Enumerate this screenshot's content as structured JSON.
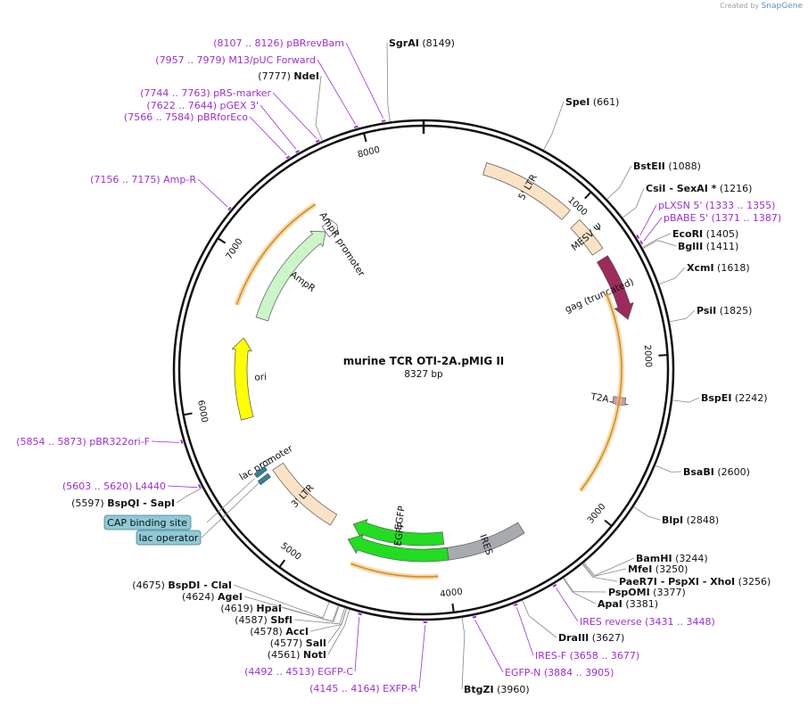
{
  "watermark": {
    "prefix": "Created by",
    "brand": "SnapGene"
  },
  "plasmid": {
    "name": "murine TCR OTI-2A.pMIG II",
    "length_label": "8327 bp",
    "length_bp": 8327
  },
  "tick_labels": [
    "1000",
    "2000",
    "3000",
    "4000",
    "5000",
    "6000",
    "7000",
    "8000"
  ],
  "features": [
    {
      "label": "5' LTR",
      "start": 391,
      "end": 985,
      "color": "#fde3c6",
      "type": "block"
    },
    {
      "label": "MESV Ψ",
      "start": 1065,
      "end": 1290,
      "color": "#fde3c6",
      "type": "block"
    },
    {
      "label": "gag (truncated)",
      "start": 1345,
      "end": 1760,
      "color": "#9c2a5c",
      "type": "arrow"
    },
    {
      "label": "T2A",
      "start": 2265,
      "end": 2320,
      "color": "#c79bb0",
      "type": "arrow"
    },
    {
      "label": "IRES",
      "start": 3430,
      "end": 3990,
      "color": "#a7abaf",
      "type": "block"
    },
    {
      "label": "EGFP",
      "start": 4010,
      "end": 4730,
      "color": "#22dd22",
      "type": "arrow"
    },
    {
      "label": "EGFP",
      "start": 3990,
      "end": 4720,
      "color": "#22dd22",
      "type": "arrow"
    },
    {
      "label": "3' LTR",
      "start": 4880,
      "end": 5470,
      "color": "#fde3c6",
      "type": "block"
    },
    {
      "label": "lac promoter",
      "start": 5520,
      "end": 5555,
      "color": "#ffffff",
      "type": "block"
    },
    {
      "label": "ori",
      "start": 5890,
      "end": 6480,
      "color": "#ffff00",
      "type": "arrow"
    },
    {
      "label": "AmpR",
      "start": 6650,
      "end": 7510,
      "color": "#ccf5c8",
      "type": "arrow"
    },
    {
      "label": "AmpR promoter",
      "start": 7510,
      "end": 7615,
      "color": "#ffffff",
      "type": "arrow"
    }
  ],
  "enzymes": [
    {
      "name": "SgrAI",
      "pos": "(8149)",
      "cut": 8149
    },
    {
      "name": "SpeI",
      "pos": "(661)",
      "cut": 661
    },
    {
      "name": "BstEII",
      "pos": "(1088)",
      "cut": 1088
    },
    {
      "name": "CsiI",
      "extra": "- SexAI *",
      "pos": "(1216)",
      "cut": 1216
    },
    {
      "name": "EcoRI",
      "pos": "(1405)",
      "cut": 1405
    },
    {
      "name": "BglII",
      "pos": "(1411)",
      "cut": 1411
    },
    {
      "name": "XcmI",
      "pos": "(1618)",
      "cut": 1618
    },
    {
      "name": "PsiI",
      "pos": "(1825)",
      "cut": 1825
    },
    {
      "name": "BspEI",
      "pos": "(2242)",
      "cut": 2242
    },
    {
      "name": "BsaBI",
      "pos": "(2600)",
      "cut": 2600
    },
    {
      "name": "BlpI",
      "pos": "(2848)",
      "cut": 2848
    },
    {
      "name": "BamHI",
      "pos": "(3244)",
      "cut": 3244
    },
    {
      "name": "MfeI",
      "pos": "(3250)",
      "cut": 3250
    },
    {
      "name": "PaeR7I",
      "extra": "- PspXI - XhoI",
      "pos": "(3256)",
      "cut": 3256
    },
    {
      "name": "PspOMI",
      "pos": "(3377)",
      "cut": 3377
    },
    {
      "name": "ApaI",
      "pos": "(3381)",
      "cut": 3381
    },
    {
      "name": "DraIII",
      "pos": "(3627)",
      "cut": 3627
    },
    {
      "name": "BtgZI",
      "pos": "(3960)",
      "cut": 3960
    },
    {
      "name": "NotI",
      "pos": "(4561)",
      "cut": 4561
    },
    {
      "name": "SalI",
      "pos": "(4577)",
      "cut": 4577
    },
    {
      "name": "AccI",
      "pos": "(4578)",
      "cut": 4578
    },
    {
      "name": "SbfI",
      "pos": "(4587)",
      "cut": 4587
    },
    {
      "name": "HpaI",
      "pos": "(4619)",
      "cut": 4619
    },
    {
      "name": "AgeI",
      "pos": "(4624)",
      "cut": 4624
    },
    {
      "name": "BspDI",
      "extra": "- ClaI",
      "pos": "(4675)",
      "cut": 4675
    },
    {
      "name": "BspQI",
      "extra": "- SapI",
      "pos": "(5597)",
      "cut": 5597
    },
    {
      "name": "NdeI",
      "pos": "(7777)",
      "cut": 7777
    }
  ],
  "primers": [
    {
      "name": "pBRrevBam",
      "range": "(8107 .. 8126)",
      "site": 8116
    },
    {
      "name": "M13/pUC Forward",
      "range": "(7957 .. 7979)",
      "site": 7968
    },
    {
      "name": "pRS-marker",
      "range": "(7744 .. 7763)",
      "site": 7753
    },
    {
      "name": "pGEX 3'",
      "range": "(7622 .. 7644)",
      "site": 7633
    },
    {
      "name": "pBRforEco",
      "range": "(7566 .. 7584)",
      "site": 7575
    },
    {
      "name": "Amp-R",
      "range": "(7156 .. 7175)",
      "site": 7165
    },
    {
      "name": "pLXSN 5'",
      "range": "(1333 .. 1355)",
      "site": 1344
    },
    {
      "name": "pBABE 5'",
      "range": "(1371 .. 1387)",
      "site": 1379
    },
    {
      "name": "pBR322ori-F",
      "range": "(5854 .. 5873)",
      "site": 5863
    },
    {
      "name": "L4440",
      "range": "(5603 .. 5620)",
      "site": 5611
    },
    {
      "name": "IRES reverse",
      "range": "(3431 .. 3448)",
      "site": 3440
    },
    {
      "name": "IRES-F",
      "range": "(3658 .. 3677)",
      "site": 3668
    },
    {
      "name": "EGFP-N",
      "range": "(3884 .. 3905)",
      "site": 3895
    },
    {
      "name": "EXFP-R",
      "range": "(4145 .. 4164)",
      "site": 4155
    },
    {
      "name": "EGFP-C",
      "range": "(4492 .. 4513)",
      "site": 4502
    }
  ],
  "boxed_features": [
    {
      "label": "CAP binding site"
    },
    {
      "label": "lac operator"
    }
  ]
}
